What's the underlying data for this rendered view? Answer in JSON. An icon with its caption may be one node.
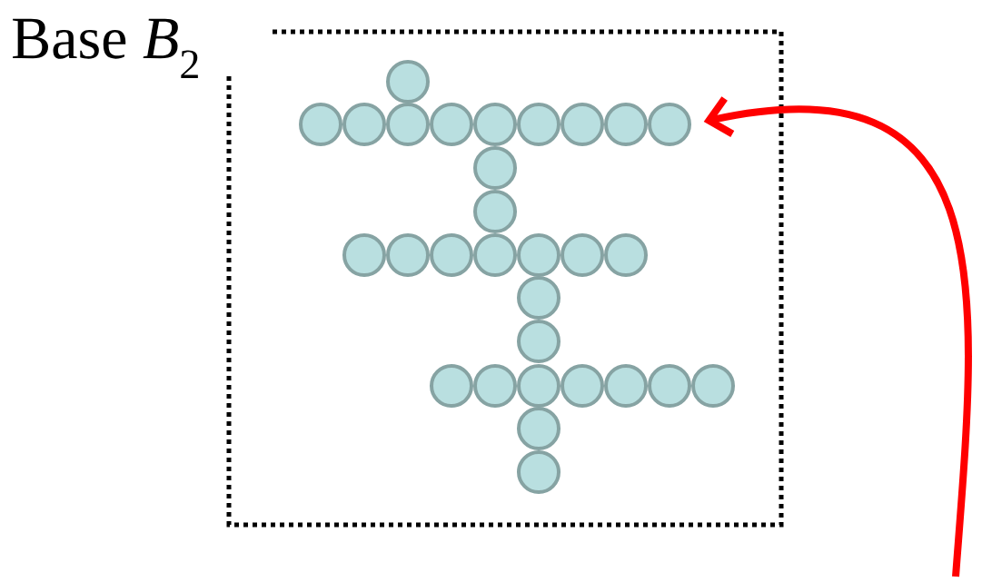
{
  "diagram": {
    "nodes": [
      {
        "text": [
          "Base *B*$_{2}$"
        ]
      },
      {
        "text": [],
        "shape": "circle",
        "in": 0
      }
    ],
    "edges": [
      {
        "from": null,
        "to": 1,
        "arrow": "to",
        "color": "#ff0000"
      }
    ]
  }
}
